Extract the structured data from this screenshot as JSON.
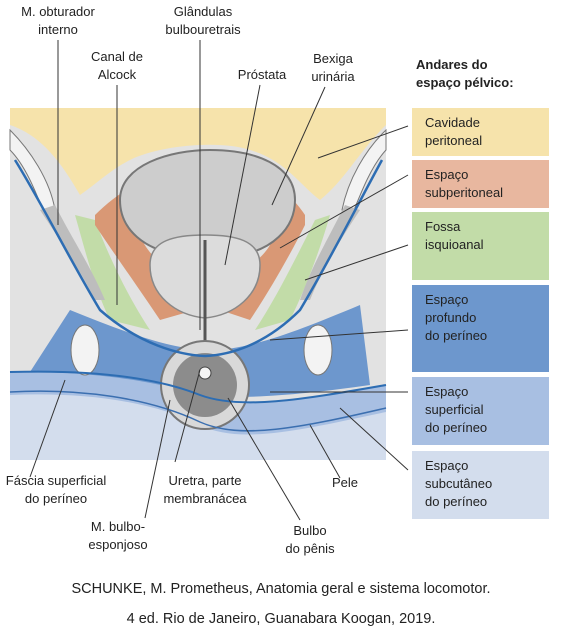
{
  "labels": {
    "obturador": [
      "M. obturador",
      "interno"
    ],
    "glandulas": [
      "Glândulas",
      "bulbouretrais"
    ],
    "canal": [
      "Canal de",
      "Alcock"
    ],
    "prostata": "Próstata",
    "bexiga": [
      "Bexiga",
      "urinária"
    ],
    "fascia": [
      "Fáscia superficial",
      "do períneo"
    ],
    "uretra": [
      "Uretra, parte",
      "membranácea"
    ],
    "pele": "Pele",
    "bulboesponjoso": [
      "M. bulbo-",
      "esponjoso"
    ],
    "bulbo": [
      "Bulbo",
      "do pênis"
    ]
  },
  "legend": {
    "title": [
      "Andares do",
      "espaço pélvico:"
    ],
    "items": [
      {
        "lines": [
          "Cavidade",
          "peritoneal"
        ],
        "color": "#f6e3ab"
      },
      {
        "lines": [
          "Espaço",
          "subperitoneal"
        ],
        "color": "#e8b79f"
      },
      {
        "lines": [
          "Fossa",
          "isquioanal"
        ],
        "color": "#c2dca8"
      },
      {
        "lines": [
          "Espaço",
          "profundo",
          "do períneo"
        ],
        "color": "#6d97cd"
      },
      {
        "lines": [
          "Espaço",
          "superficial",
          "do períneo"
        ],
        "color": "#a8bfe2"
      },
      {
        "lines": [
          "Espaço",
          "subcutâneo",
          "do períneo"
        ],
        "color": "#d3dded"
      }
    ]
  },
  "caption": {
    "line1": "SCHUNKE, M. Prometheus, Anatomia geral e sistema locomotor.",
    "line2": "4 ed. Rio de Janeiro, Guanabara Koogan, 2019."
  }
}
